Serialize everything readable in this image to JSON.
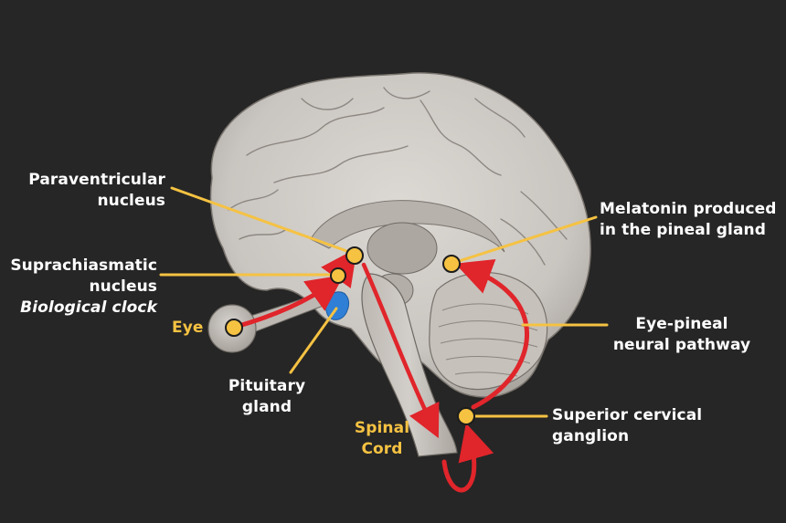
{
  "colors": {
    "background": "#262626",
    "brain": "#cfcbc6",
    "brain_shadow": "#5f5a55",
    "leader_line": "#f5c242",
    "marker": "#f5c242",
    "pathway_arrow": "#e0252b",
    "pituitary": "#2f7fd6",
    "label_text": "#ffffff",
    "accent_text": "#f5c242"
  },
  "labels": {
    "paraventricular": [
      "Paraventricular",
      "nucleus"
    ],
    "suprachiasmatic": [
      "Suprachiasmatic",
      "nucleus"
    ],
    "biological_clock": "Biological clock",
    "eye": "Eye",
    "pituitary": [
      "Pituitary",
      "gland"
    ],
    "spinal_cord": [
      "Spinal",
      "Cord"
    ],
    "melatonin": [
      "Melatonin produced",
      "in the pineal gland"
    ],
    "eye_pineal": [
      "Eye-pineal",
      "neural pathway"
    ],
    "superior_cervical": [
      "Superior cervical",
      "ganglion"
    ]
  }
}
